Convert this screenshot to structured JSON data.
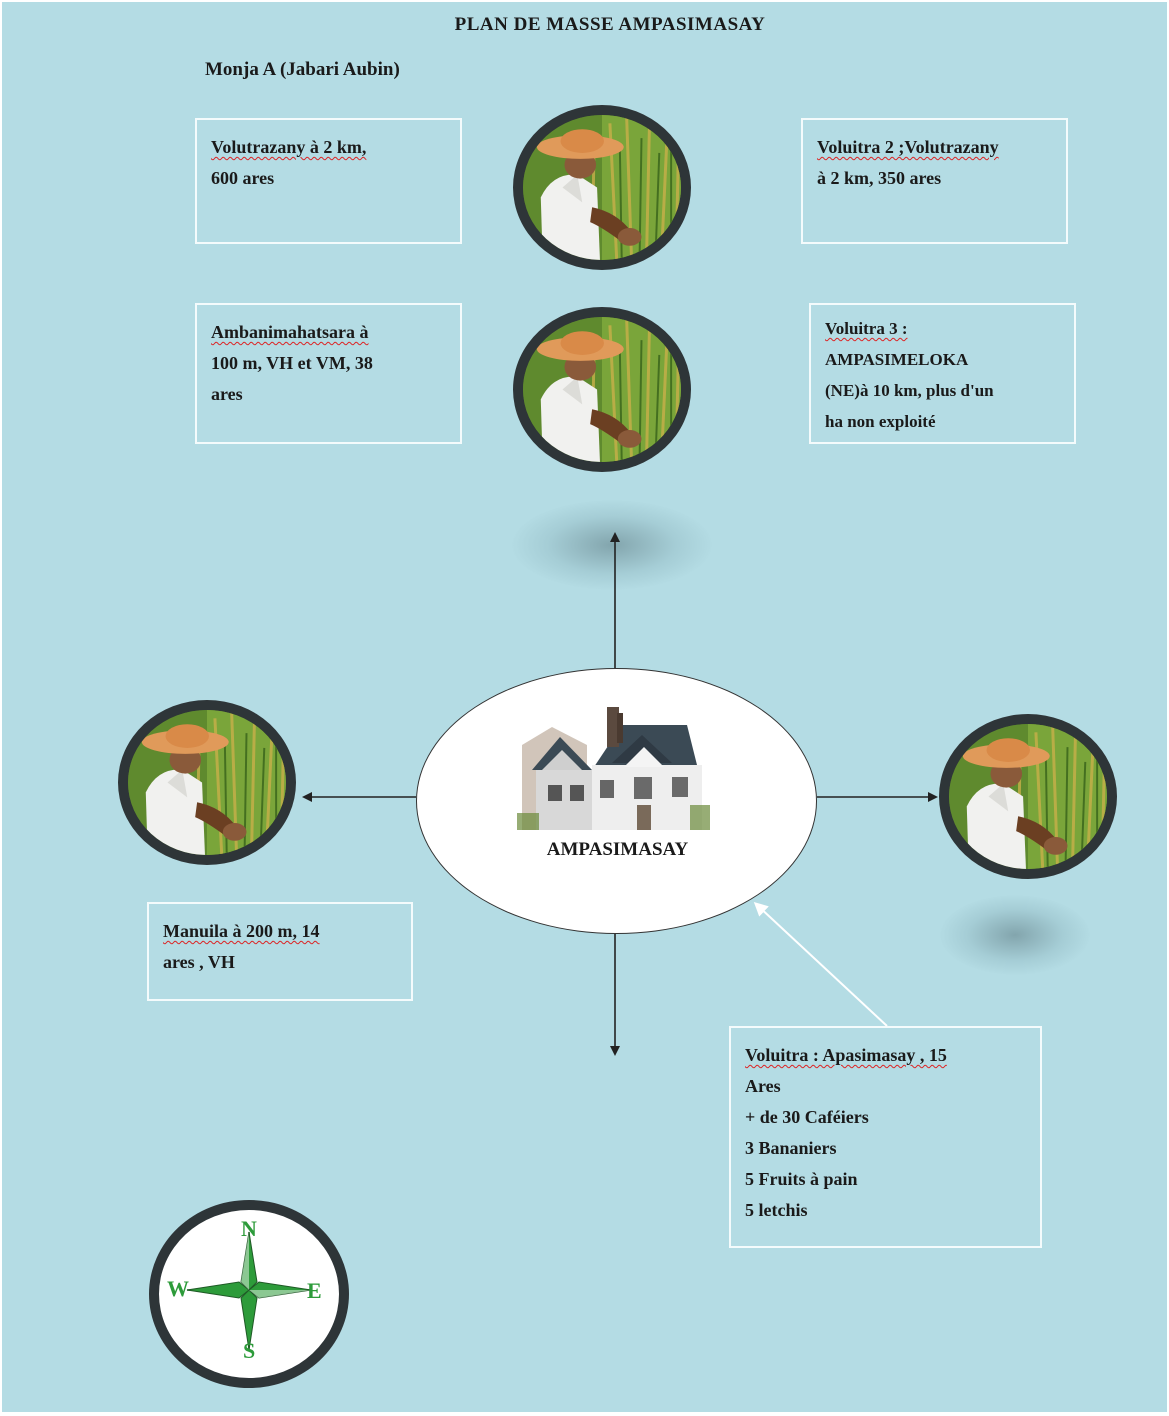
{
  "title": "PLAN DE MASSE AMPASIMASAY",
  "subtitle": "Monja A (Jabari  Aubin)",
  "center": {
    "label": "AMPASIMASAY"
  },
  "boxes": {
    "top_left": [
      "Volutrazany  à 2 km,",
      "600 ares"
    ],
    "top_right": [
      "Voluitra 2 ;Volutrazany",
      "à 2 km, 350  ares"
    ],
    "mid_left": [
      "Ambanimahatsara  à",
      "100 m, VH et VM, 38",
      "ares"
    ],
    "mid_right": [
      "Voluitra 3 :",
      "AMPASIMELOKA",
      "(NE)à 10 km, plus d'un",
      "ha non exploité"
    ],
    "bottom_left": [
      "Manuila  à 200 m, 14",
      "ares , VH"
    ],
    "bottom_right": [
      "Voluitra : Apasimasay , 15",
      "Ares",
      "+ de 30 Caféiers",
      "3 Bananiers",
      "5 Fruits  à pain",
      "5 letchis"
    ]
  },
  "compass": {
    "north": "N",
    "south": "S",
    "east": "E",
    "west": "W"
  },
  "icons": {
    "farmer_photo": "farmer-in-field-photo",
    "house": "house-icon",
    "compass": "compass-rose-icon"
  },
  "colors": {
    "background": "#b4dce4",
    "photo_frame": "#2e3538",
    "compass_green": "#2d9b3a",
    "box_border": "#f4fbfc"
  }
}
